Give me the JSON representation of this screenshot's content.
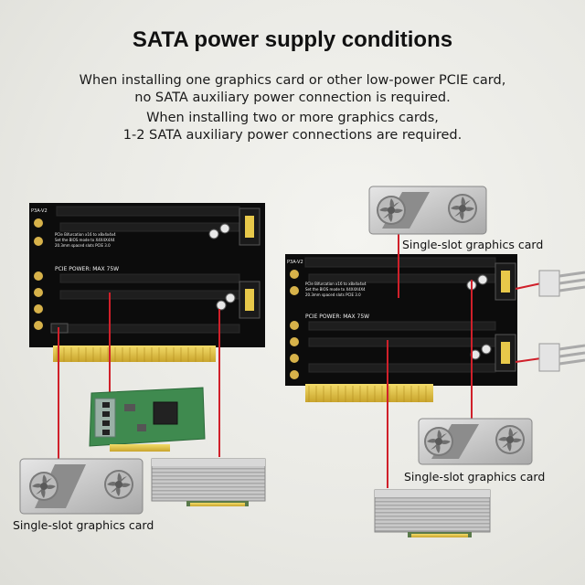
{
  "title": "SATA power supply conditions",
  "paragraph_1": {
    "line_1": "When installing one graphics card or other low-power PCIE card,",
    "line_2": "no SATA auxiliary power connection is required."
  },
  "paragraph_2": {
    "line_1": "When installing two or more graphics cards,",
    "line_2": "1-2 SATA auxiliary power connections are required."
  },
  "labels": {
    "single_slot_top_right": "Single-slot graphics card",
    "single_slot_mid_right": "Single-slot graphics card",
    "single_slot_bottom_left": "Single-slot graphics card"
  },
  "left_board": {
    "model": "P3A-V2",
    "notes": "PCIe Bifurcation x16 to x8x4x4x4",
    "notes_2": "Set the BIOS mode to X4X4X4X4",
    "notes_3": "20.3mm spaced slots   PCIE 3.0",
    "power": "PCIE POWER: MAX 75W"
  },
  "right_board": {
    "model": "P3A-V2",
    "notes": "PCIe Bifurcation x16 to x8x4x4x4",
    "notes_2": "Set the BIOS mode to X4X4X4X4",
    "notes_3": "20.3mm spaced slots   PCIE 3.0",
    "power": "PCIE POWER: MAX 75W"
  },
  "colors": {
    "connector_line": "#d0202a",
    "pcb": "#0d0d0d",
    "gold": "#e7c84a"
  }
}
